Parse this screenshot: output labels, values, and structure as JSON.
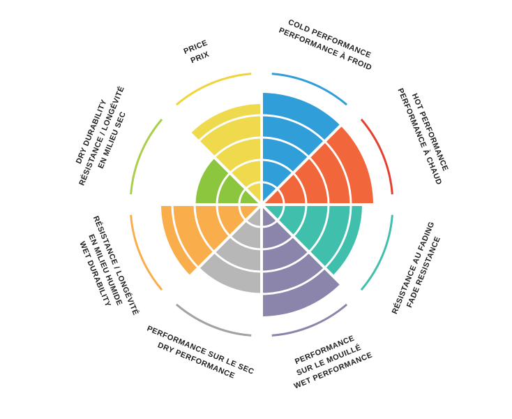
{
  "chart_data": {
    "type": "polar-sector-wheel",
    "title": "",
    "max_rating": 5,
    "ring_count": 5,
    "background_color": "#ffffff",
    "label_color": "#232020",
    "ring_divider_color": "#ffffff",
    "sectors": [
      {
        "id": "cold-performance",
        "lines": [
          "COLD PERFORMANCE",
          "PERFORMANCE À FROID"
        ],
        "value": 5,
        "color": "#2f9ed9",
        "arc_color": "#2f9ed9"
      },
      {
        "id": "hot-performance",
        "lines": [
          "HOT PERFORMANCE",
          "PERFORMANCE À CHAUD"
        ],
        "value": 5,
        "color": "#f2663b",
        "arc_color": "#e5402e"
      },
      {
        "id": "fade-resistance",
        "lines": [
          "RÉSISTANCE AU FADING",
          "FADE RESISTANCE"
        ],
        "value": 4.5,
        "color": "#41bfad",
        "arc_color": "#41bfad"
      },
      {
        "id": "wet-performance",
        "lines": [
          "PERFORMANCE",
          "SUR LE MOUILLÉ",
          "WET PERFORMANCE"
        ],
        "value": 5,
        "color": "#8b84ab",
        "arc_color": "#8b84ab"
      },
      {
        "id": "dry-performance",
        "lines": [
          "PERFORMANCE SUR LE SEC",
          "DRY PERFORMANCE"
        ],
        "value": 4,
        "color": "#b7b7b7",
        "arc_color": "#a2a2a2"
      },
      {
        "id": "wet-durability",
        "lines": [
          "RÉSISTANCE / LONGÉVITÉ",
          "EN MILIEU HUMIDE",
          "WET DURABILITY"
        ],
        "value": 4.5,
        "color": "#f9ae4b",
        "arc_color": "#f9ae4b"
      },
      {
        "id": "dry-durability",
        "lines": [
          "DRY DURABILITY",
          "RÉSISTANCE / LONGÉVITÉ",
          "EN MILIEU SEC"
        ],
        "value": 3,
        "color": "#8cc63f",
        "arc_color": "#a9cf4a"
      },
      {
        "id": "price",
        "lines": [
          "PRICE",
          "PRIX"
        ],
        "value": 4.5,
        "color": "#efd94d",
        "arc_color": "#efd53a"
      }
    ]
  }
}
